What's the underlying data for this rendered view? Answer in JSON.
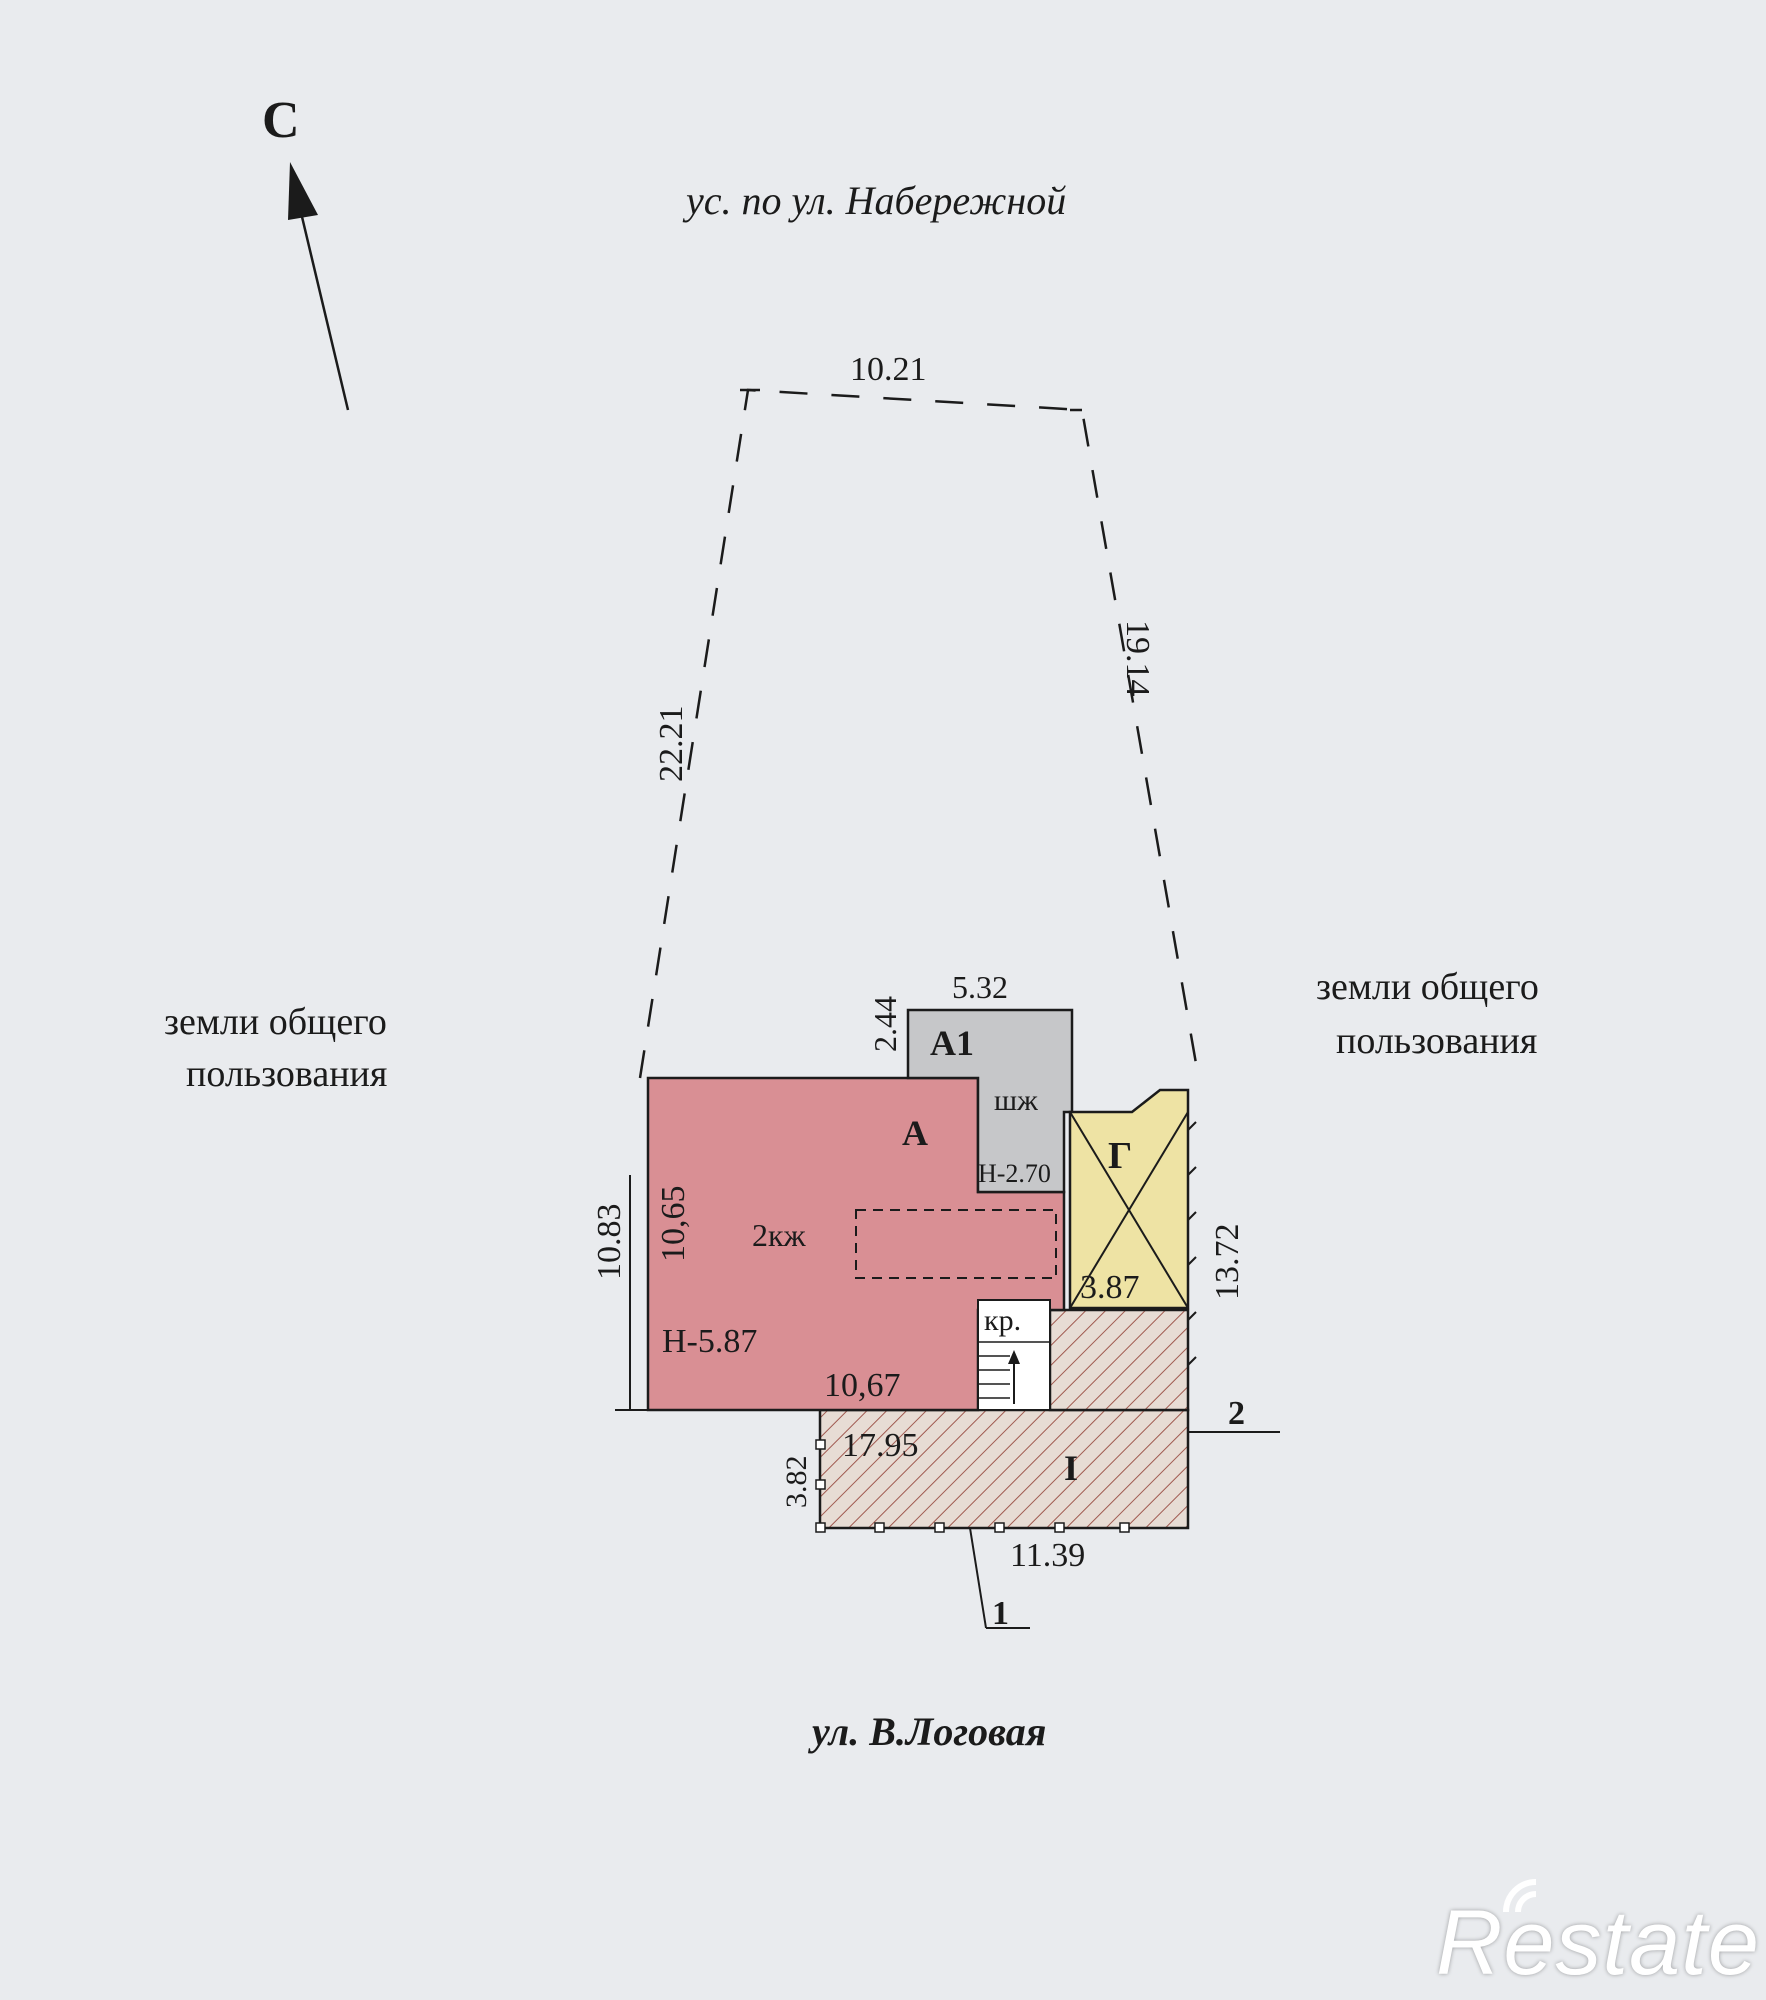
{
  "north_label": "С",
  "street_top": "ус. по ул. Набережной",
  "street_bottom": "ул. В.Логовая",
  "side_left": [
    "земли общего",
    "пользования"
  ],
  "side_right": [
    "земли общего",
    "пользования"
  ],
  "buildings": {
    "a1": "А1",
    "a": "А",
    "g": "Г",
    "i": "I",
    "shzh": "шж",
    "h270": "Н-2.70",
    "dkzh": "2кж",
    "h587": "Н-5.87",
    "kr": "кр."
  },
  "dimensions": {
    "top": "10.21",
    "left_boundary": "22.21",
    "right_boundary": "19.14",
    "a1_width": "5.32",
    "a1_height": "2.44",
    "a_outer": "10.83",
    "a_inner": "10,65",
    "a_bottom": "10,67",
    "g_width": "3.87",
    "right_side": "13.72",
    "front_width": "17.95",
    "front_height": "3.82",
    "bottom": "11.39"
  },
  "markers": {
    "one": "1",
    "two": "2"
  },
  "watermark": "Restate",
  "colors": {
    "background": "#e9ebee",
    "house_a": "#d98f94",
    "annex_a1": "#c6c7c9",
    "shed_g": "#eee3a4",
    "hatch": "#a05a50",
    "line": "#1b1b1b"
  }
}
